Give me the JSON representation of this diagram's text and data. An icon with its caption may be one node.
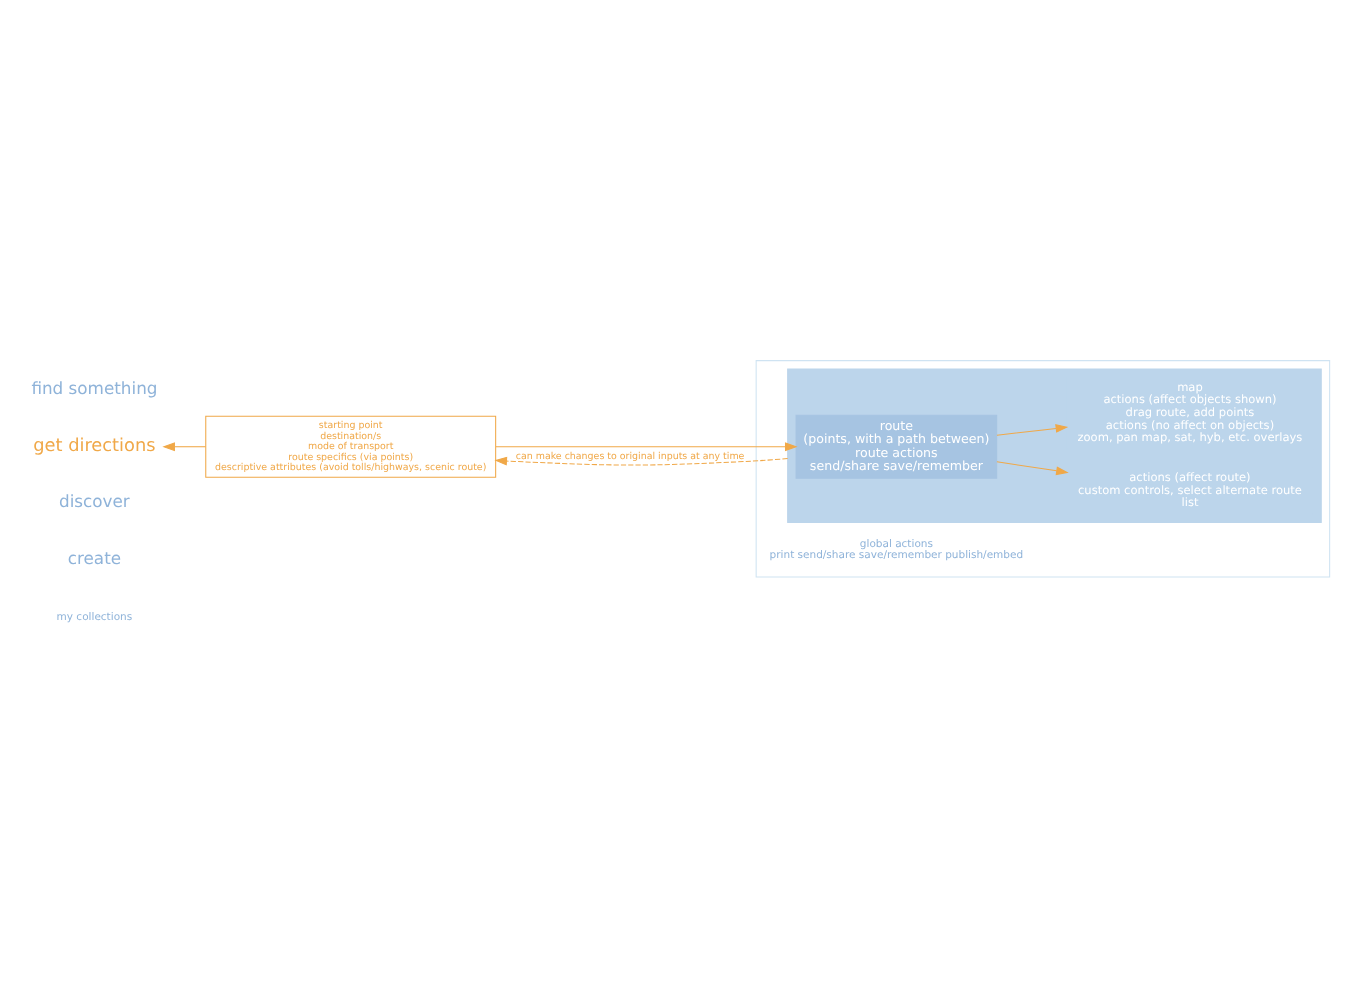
{
  "diagram": {
    "nodes": [
      {
        "text": [
          "find something"
        ]
      },
      {
        "text": [
          "get directions"
        ]
      },
      {
        "text": [
          "discover"
        ]
      },
      {
        "text": [
          "create"
        ]
      },
      {
        "text": [
          "my collections"
        ]
      },
      {
        "text": [
          "starting point",
          "destination/s",
          "mode of transport",
          "route specifics (via points)",
          "descriptive attributes (avoid tolls/highways, scenic route)"
        ]
      },
      {
        "text": [],
        "shape": "box"
      },
      {
        "text": [],
        "shape": "box",
        "in": 6
      },
      {
        "text": [
          "route",
          "(points, with a path between)",
          "route actions",
          "send/share save/remember"
        ],
        "in": 7
      },
      {
        "text": [
          "actions (affect route)",
          "custom controls, select alternate route",
          "list"
        ],
        "in": 7
      },
      {
        "text": [
          "map",
          "actions (affect objects shown)",
          "drag route, add points",
          "actions (no affect on objects)",
          "zoom, pan map, sat, hyb, etc. overlays"
        ],
        "in": 7
      },
      {
        "text": [
          "global actions",
          "print send/share save/remember publish/embed"
        ],
        "in": 6
      }
    ],
    "edges": [
      {
        "from": 5,
        "to": 1,
        "arrow": "to"
      },
      {
        "from": 5,
        "to": 8,
        "arrow": "to"
      },
      {
        "from": 8,
        "to": 9,
        "arrow": "to"
      },
      {
        "from": 8,
        "to": 10,
        "arrow": "to"
      },
      {
        "from": 7,
        "to": 5,
        "arrow": "to",
        "style": "dashed",
        "label": "can make changes to original inputs at any time"
      }
    ]
  }
}
